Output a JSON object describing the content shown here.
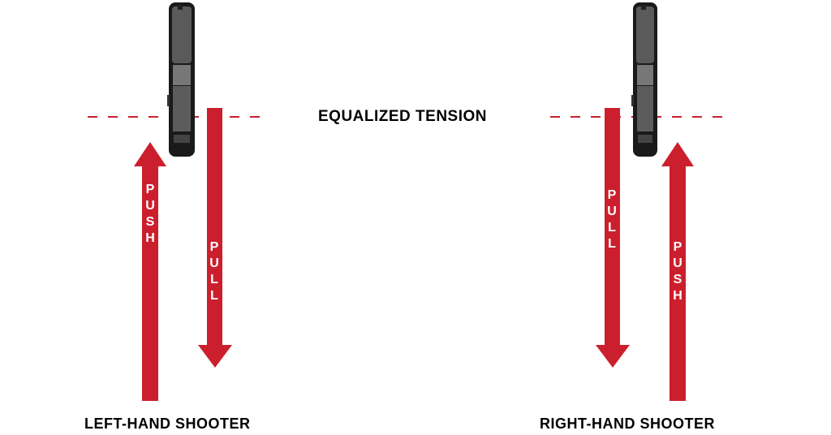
{
  "title": "EQUALIZED TENSION",
  "colors": {
    "arrow": "#cc1f2d",
    "dash": "#c8202f",
    "text": "#000000"
  },
  "panels": [
    {
      "label": "LEFT-HAND SHOOTER",
      "push_label": "PUSH",
      "pull_label": "PULL",
      "push_letters": [
        "P",
        "U",
        "S",
        "H"
      ],
      "pull_letters": [
        "P",
        "U",
        "L",
        "L"
      ]
    },
    {
      "label": "RIGHT-HAND SHOOTER",
      "push_label": "PUSH",
      "pull_label": "PULL",
      "push_letters": [
        "P",
        "U",
        "S",
        "H"
      ],
      "pull_letters": [
        "P",
        "U",
        "L",
        "L"
      ]
    }
  ],
  "icons": {
    "pistol": "pistol-top-view-icon",
    "arrow_up": "arrow-up-icon",
    "arrow_down": "arrow-down-icon"
  }
}
